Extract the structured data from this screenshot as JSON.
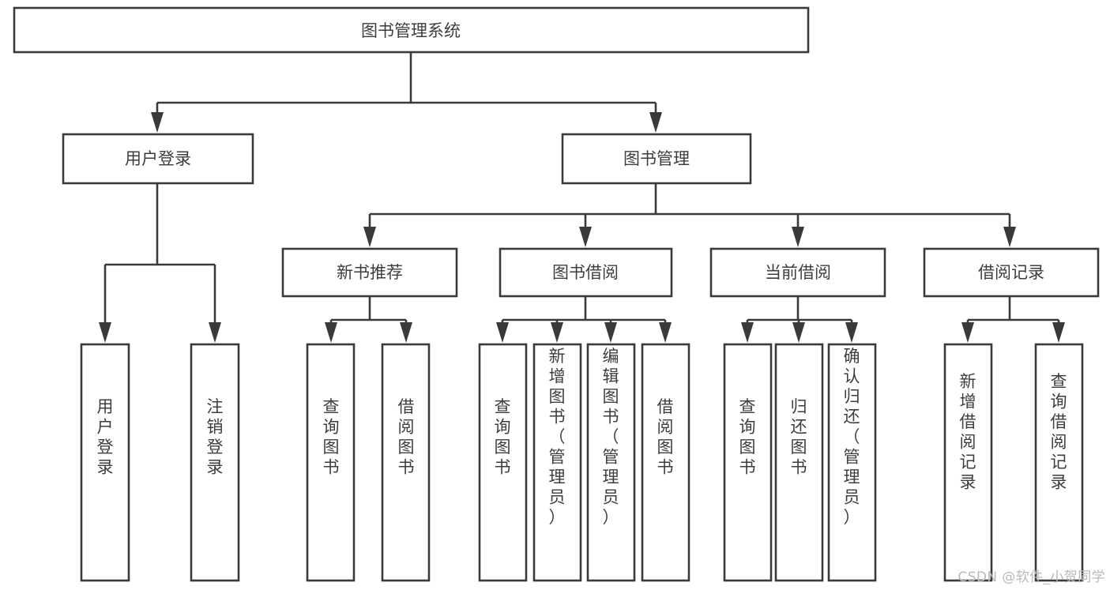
{
  "diagram": {
    "type": "tree-hierarchy",
    "title": "图书管理系统",
    "watermark": "CSDN @软件_小贺同学",
    "colors": {
      "stroke": "#3a3a3a",
      "box_fill": "#ffffff",
      "text": "#3d3d3d",
      "background": "#ffffff",
      "watermark": "#b9b9b9"
    },
    "root": {
      "label": "图书管理系统"
    },
    "level2": [
      {
        "label": "用户登录"
      },
      {
        "label": "图书管理"
      }
    ],
    "level3": [
      {
        "label": "新书推荐"
      },
      {
        "label": "图书借阅"
      },
      {
        "label": "当前借阅"
      },
      {
        "label": "借阅记录"
      }
    ],
    "leaves": {
      "用户登录": [
        {
          "label": "用户登录"
        },
        {
          "label": "注销登录"
        }
      ],
      "新书推荐": [
        {
          "label": "查询图书"
        },
        {
          "label": "借阅图书"
        }
      ],
      "图书借阅": [
        {
          "label": "查询图书"
        },
        {
          "label": "新增图书（管理员）"
        },
        {
          "label": "编辑图书（管理员）"
        },
        {
          "label": "借阅图书"
        }
      ],
      "当前借阅": [
        {
          "label": "查询图书"
        },
        {
          "label": "归还图书"
        },
        {
          "label": "确认归还（管理员）"
        }
      ],
      "借阅记录": [
        {
          "label": "新增借阅记录"
        },
        {
          "label": "查询借阅记录"
        }
      ]
    }
  }
}
